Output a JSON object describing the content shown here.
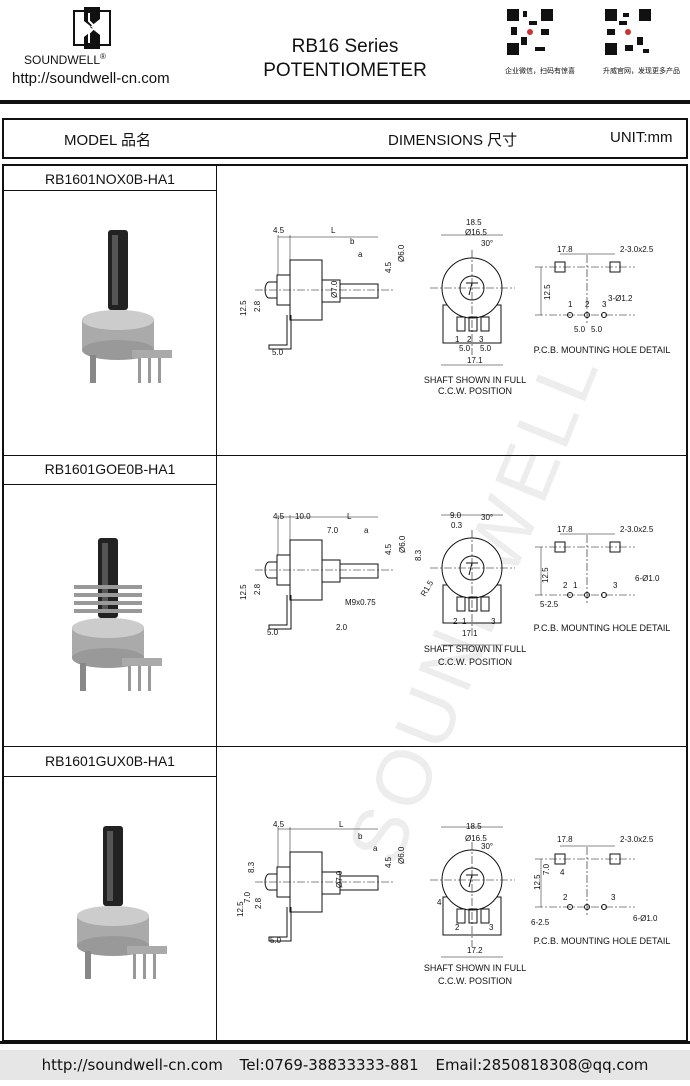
{
  "header": {
    "brand": "SOUNDWELL",
    "registered": "®",
    "url": "http://soundwell-cn.com",
    "series": "RB16 Series",
    "product": "POTENTIOMETER",
    "qr_captions": [
      "企业微信，扫码有惊喜",
      "升威官网，发现更多产品"
    ]
  },
  "table_header": {
    "model": "MODEL 品名",
    "dimensions": "DIMENSIONS 尺寸",
    "unit": "UNIT:mm"
  },
  "watermark": "SOUNDWELL",
  "sections": [
    {
      "model": "RB1601NOX0B-HA1",
      "side": [
        "4.5",
        "L",
        "b",
        "a",
        "4.5",
        "Ø6.0",
        "Ø7.0",
        "12.5",
        "2.8",
        "5.0"
      ],
      "front": [
        "18.5",
        "Ø16.5",
        "30°",
        "5.0",
        "5.0",
        "17.1",
        "1",
        "2",
        "3"
      ],
      "shaft_note": [
        "SHAFT SHOWN IN FULL",
        "C.C.W. POSITION"
      ],
      "pcb": [
        "17.8",
        "2-3.0x2.5",
        "12.5",
        "3-Ø1.2",
        "5.0",
        "5.0",
        "1",
        "2",
        "3"
      ],
      "pcb_title": "P.C.B. MOUNTING HOLE DETAIL"
    },
    {
      "model": "RB1601GOE0B-HA1",
      "side": [
        "4.5",
        "10.0",
        "L",
        "7.0",
        "a",
        "4.5",
        "Ø6.0",
        "12.5",
        "2.8",
        "M9x0.75",
        "2.0",
        "5.0"
      ],
      "front": [
        "9.0",
        "0.3",
        "30°",
        "8.3",
        "R1.5",
        "17.1",
        "2",
        "1",
        "3"
      ],
      "shaft_note": [
        "SHAFT SHOWN IN FULL",
        "C.C.W. POSITION"
      ],
      "pcb": [
        "17.8",
        "2-3.0x2.5",
        "12.5",
        "6-Ø1.0",
        "5-2.5",
        "2",
        "1",
        "3"
      ],
      "pcb_title": "P.C.B. MOUNTING HOLE DETAIL"
    },
    {
      "model": "RB1601GUX0B-HA1",
      "side": [
        "4.5",
        "L",
        "b",
        "a",
        "4.5",
        "Ø6.0",
        "Ø7.0",
        "8.3",
        "7.0",
        "12.5",
        "2.8",
        "5.0"
      ],
      "front": [
        "18.5",
        "Ø16.5",
        "30°",
        "17.2",
        "4",
        "2",
        "3"
      ],
      "shaft_note": [
        "SHAFT SHOWN IN FULL",
        "C.C.W. POSITION"
      ],
      "pcb": [
        "17.8",
        "2-3.0x2.5",
        "12.5",
        "7.0",
        "6-Ø1.0",
        "6-2.5",
        "4",
        "2",
        "3"
      ],
      "pcb_title": "P.C.B. MOUNTING HOLE DETAIL"
    }
  ],
  "footer": {
    "url": "http://soundwell-cn.com",
    "tel": "Tel:0769-38833333-881",
    "email": "Email:2850818308@qq.com"
  }
}
